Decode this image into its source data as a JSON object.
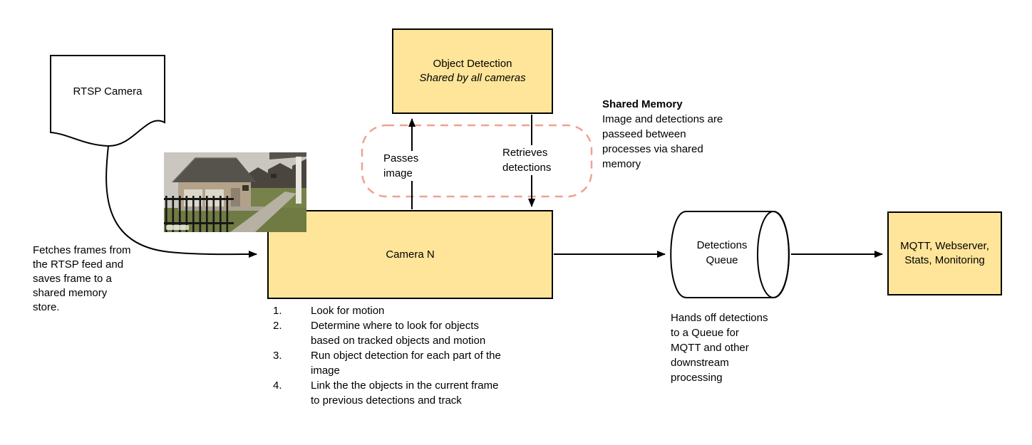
{
  "diagram": {
    "colors": {
      "node_fill": "#FFE599",
      "node_border": "#000000",
      "shared_memory_stroke": "#F0A191",
      "arrow": "#000000"
    },
    "rtsp_camera": {
      "label": "RTSP Camera"
    },
    "fetch_note": "Fetches frames from\nthe RTSP feed and\nsaves frame to a\nshared memory\nstore.",
    "object_detection": {
      "title": "Object Detection",
      "subtitle": "Shared by all cameras"
    },
    "shared_memory": {
      "title": "Shared Memory",
      "body": "Image and detections are\npasseed between\nprocesses via shared\nmemory"
    },
    "arrow_labels": {
      "passes_image": "Passes image",
      "retrieves_detections": "Retrieves detections"
    },
    "camera_n": {
      "label": "Camera N",
      "steps": [
        {
          "num": "1.",
          "text": "Look for motion"
        },
        {
          "num": "2.",
          "text": "Determine where to look for objects\nbased on tracked objects and motion"
        },
        {
          "num": "3.",
          "text": "Run object detection for each part of the\nimage"
        },
        {
          "num": "4.",
          "text": "Link the the objects in the current frame\nto previous detections and track"
        }
      ]
    },
    "detections_queue": {
      "label": "Detections Queue",
      "note": "Hands off detections\nto a Queue for\nMQTT and other\ndownstream\nprocessing"
    },
    "mqtt_node": {
      "label": "MQTT, Webserver,\nStats, Monitoring"
    }
  }
}
